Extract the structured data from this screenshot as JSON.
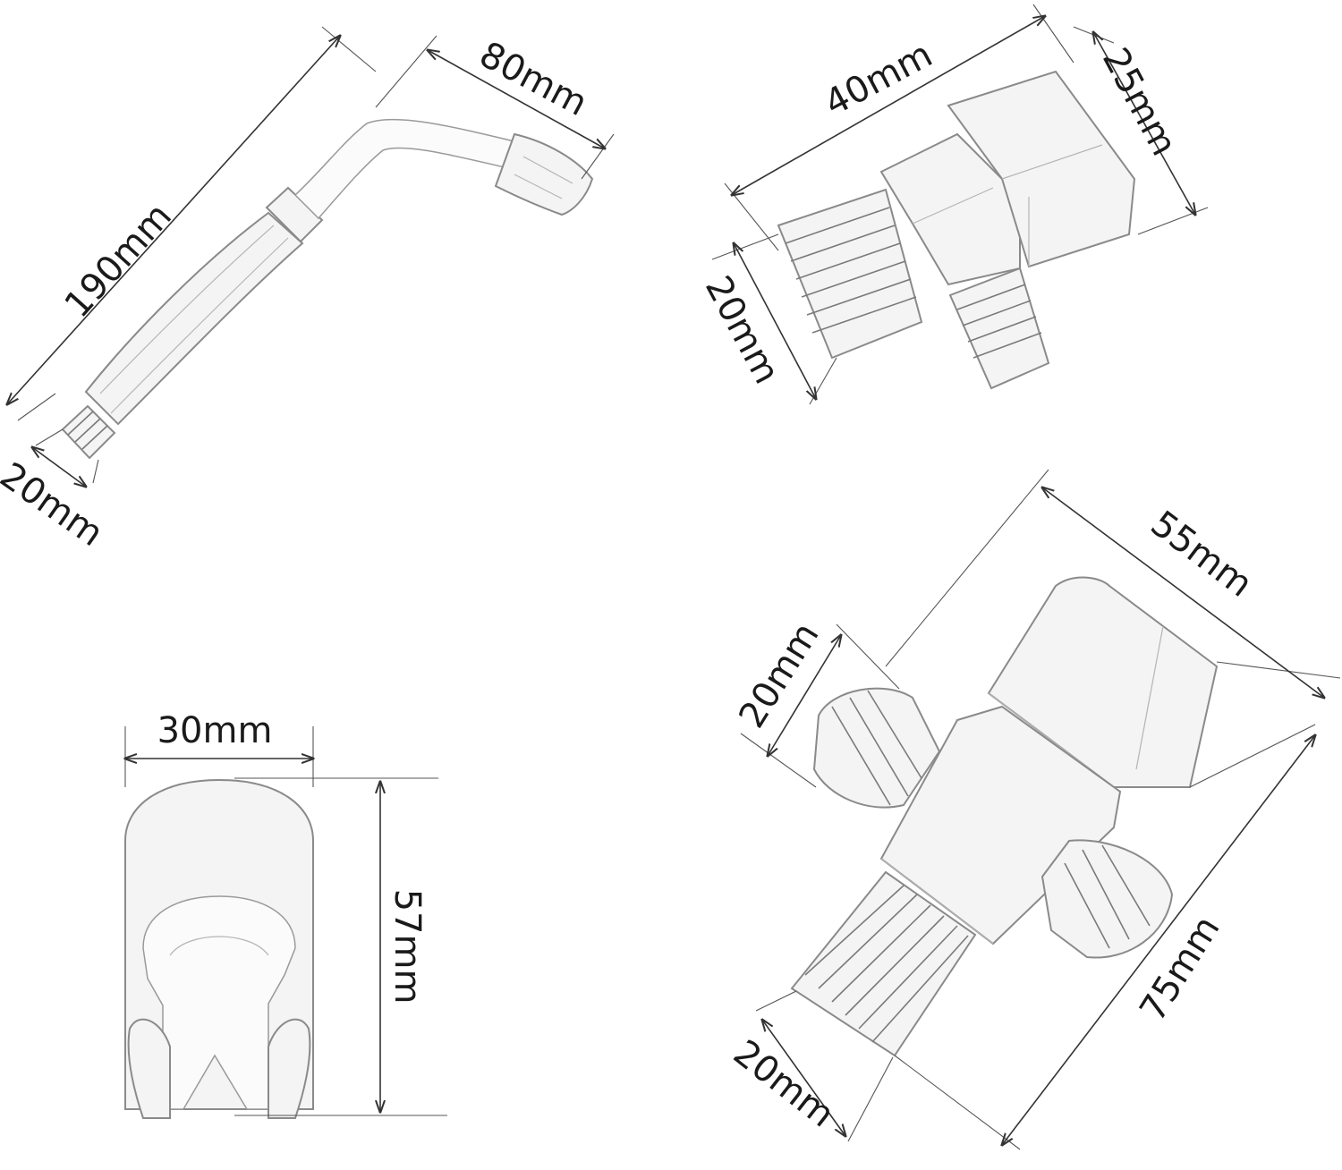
{
  "parts": [
    {
      "id": "shower-head",
      "dimensions": [
        {
          "label": "190mm"
        },
        {
          "label": "80mm"
        },
        {
          "label": "20mm"
        }
      ]
    },
    {
      "id": "angle-adapter",
      "dimensions": [
        {
          "label": "40mm"
        },
        {
          "label": "25mm"
        },
        {
          "label": "20mm"
        }
      ]
    },
    {
      "id": "holder-bracket",
      "dimensions": [
        {
          "label": "30mm"
        },
        {
          "label": "57mm"
        }
      ]
    },
    {
      "id": "tee-valve",
      "dimensions": [
        {
          "label": "55mm"
        },
        {
          "label": "20mm"
        },
        {
          "label": "75mm"
        },
        {
          "label": "20mm"
        }
      ]
    }
  ]
}
